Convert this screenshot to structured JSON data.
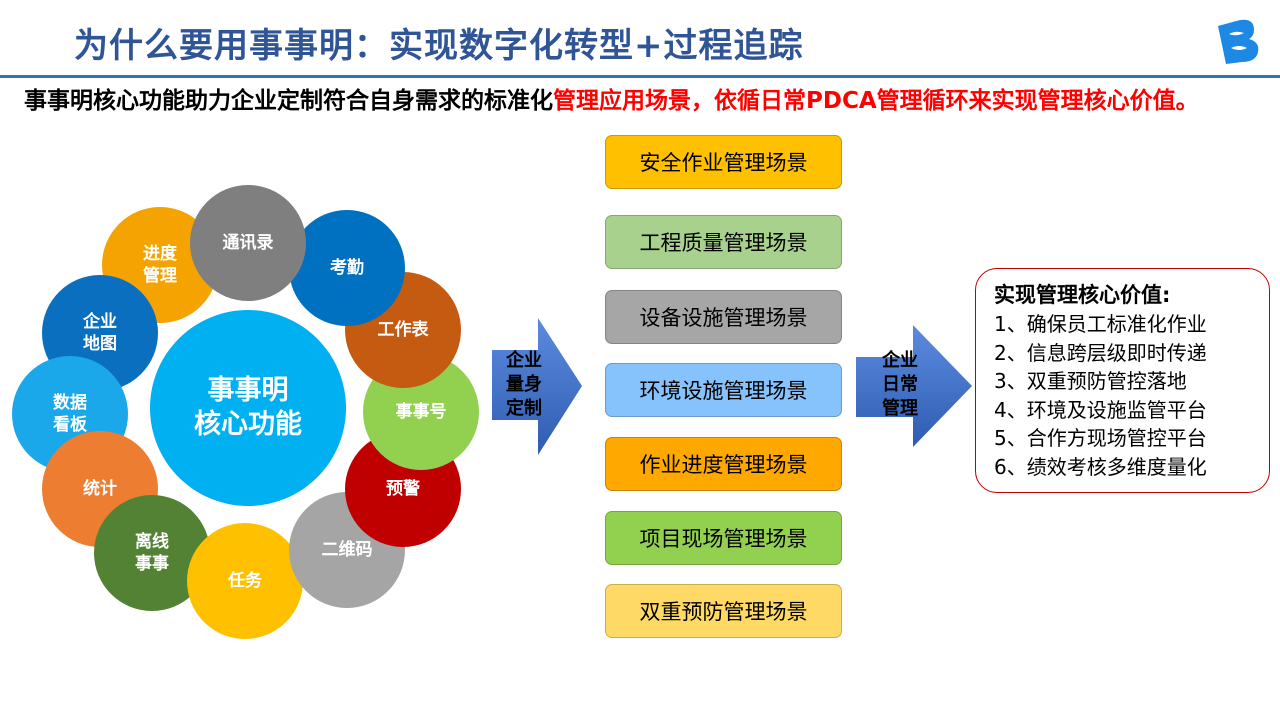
{
  "header": {
    "title": "为什么要用事事明：实现数字化转型+过程追踪",
    "logo_text": "B"
  },
  "subtitle": {
    "black": "事事明核心功能助力企业定制符合自身需求的标准化",
    "red": "管理应用场景，依循日常PDCA管理循环来实现管理核心价值。"
  },
  "core": {
    "label": "事事明\n核心功能",
    "color": "#00b0f0"
  },
  "features": [
    {
      "label": "进度\n管理",
      "color": "#f5a300"
    },
    {
      "label": "企业\n地图",
      "color": "#0a6fbf"
    },
    {
      "label": "数据\n看板",
      "color": "#1ba8ea"
    },
    {
      "label": "统计",
      "color": "#ed7d31"
    },
    {
      "label": "离线\n事事",
      "color": "#548235"
    },
    {
      "label": "任务",
      "color": "#ffc000"
    },
    {
      "label": "二维码",
      "color": "#a5a5a5"
    },
    {
      "label": "预警",
      "color": "#c00000"
    },
    {
      "label": "事事号",
      "color": "#92d050"
    },
    {
      "label": "工作表",
      "color": "#c55a11"
    },
    {
      "label": "考勤",
      "color": "#0070c0"
    },
    {
      "label": "通讯录",
      "color": "#7f7f7f"
    }
  ],
  "arrows": [
    {
      "label": "企业\n量身\n定制"
    },
    {
      "label": "企业\n日常\n管理"
    }
  ],
  "scenarios": [
    {
      "label": "安全作业管理场景",
      "color": "#ffc000"
    },
    {
      "label": "工程质量管理场景",
      "color": "#a9d18e"
    },
    {
      "label": "设备设施管理场景",
      "color": "#a6a6a6"
    },
    {
      "label": "环境设施管理场景",
      "color": "#86c2fb"
    },
    {
      "label": "作业进度管理场景",
      "color": "#ffa800"
    },
    {
      "label": "项目现场管理场景",
      "color": "#92d050"
    },
    {
      "label": "双重预防管理场景",
      "color": "#ffd966"
    }
  ],
  "values": {
    "title": "实现管理核心价值:",
    "items": [
      "1、确保员工标准化作业",
      "2、信息跨层级即时传递",
      "3、双重预防管控落地",
      "4、环境及设施监管平台",
      "5、合作方现场管控平台",
      "6、绩效考核多维度量化"
    ]
  }
}
